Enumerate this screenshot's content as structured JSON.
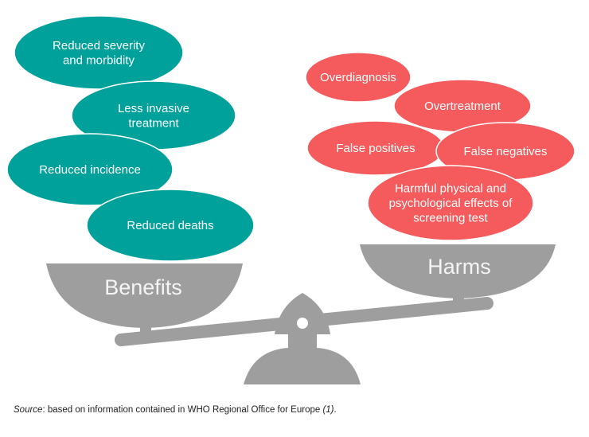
{
  "colors": {
    "benefit": "#00a19a",
    "harm": "#f55a5c",
    "scale": "#9e9e9e"
  },
  "benefits": {
    "label": "Benefits",
    "items": [
      {
        "lines": [
          "Reduced severity",
          "and morbidity"
        ]
      },
      {
        "lines": [
          "Less invasive",
          "treatment"
        ]
      },
      {
        "lines": [
          "Reduced incidence"
        ]
      },
      {
        "lines": [
          "Reduced deaths"
        ]
      }
    ]
  },
  "harms": {
    "label": "Harms",
    "items": [
      {
        "lines": [
          "Overdiagnosis"
        ]
      },
      {
        "lines": [
          "Overtreatment"
        ]
      },
      {
        "lines": [
          "False positives"
        ]
      },
      {
        "lines": [
          "False negatives"
        ]
      },
      {
        "lines": [
          "Harmful physical and",
          "psychological effects of",
          "screening test"
        ]
      }
    ]
  },
  "source": {
    "prefix": "Source",
    "text": ": based on information contained in WHO Regional Office for Europe ",
    "ref": "(1)",
    "end": "."
  }
}
